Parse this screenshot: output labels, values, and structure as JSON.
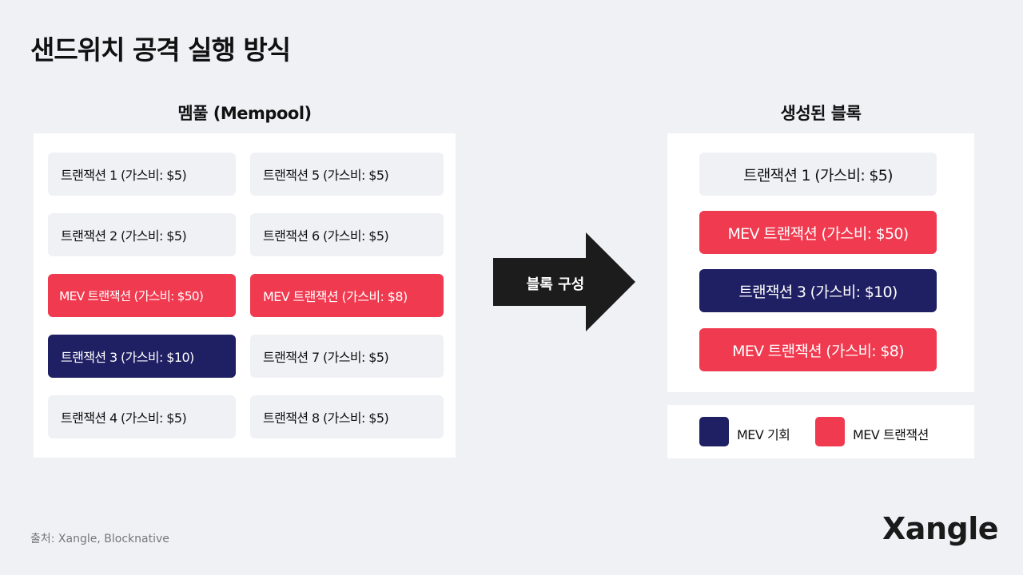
{
  "title": "샌드위치 공격 실행 방식",
  "mempool": {
    "title": "멤풀 (Mempool)",
    "transactions": [
      {
        "label": "트랜잭션 1 (가스비: $5)",
        "kind": "normal"
      },
      {
        "label": "트랜잭션 5 (가스비: $5)",
        "kind": "normal"
      },
      {
        "label": "트랜잭션 2 (가스비: $5)",
        "kind": "normal"
      },
      {
        "label": "트랜잭션 6 (가스비: $5)",
        "kind": "normal"
      },
      {
        "label": "MEV 트랜잭션 (가스비: $50)",
        "kind": "mev"
      },
      {
        "label": "MEV 트랜잭션 (가스비: $8)",
        "kind": "mev"
      },
      {
        "label": "트랜잭션 3 (가스비: $10)",
        "kind": "opportunity"
      },
      {
        "label": "트랜잭션 7 (가스비: $5)",
        "kind": "normal"
      },
      {
        "label": "트랜잭션 4 (가스비: $5)",
        "kind": "normal"
      },
      {
        "label": "트랜잭션 8 (가스비: $5)",
        "kind": "normal"
      }
    ]
  },
  "arrow": {
    "label": "블록 구성"
  },
  "block": {
    "title": "생성된 블록",
    "transactions": [
      {
        "label": "트랜잭션 1 (가스비: $5)",
        "kind": "normal"
      },
      {
        "label": "MEV 트랜잭션 (가스비: $50)",
        "kind": "mev"
      },
      {
        "label": "트랜잭션 3 (가스비: $10)",
        "kind": "opportunity"
      },
      {
        "label": "MEV 트랜잭션 (가스비: $8)",
        "kind": "mev"
      }
    ]
  },
  "legend": [
    {
      "label": "MEV 기회",
      "color": "#1f1f63"
    },
    {
      "label": "MEV 트랜잭션",
      "color": "#f03a50"
    }
  ],
  "source": "출처: Xangle, Blocknative",
  "logo": "Xangle"
}
